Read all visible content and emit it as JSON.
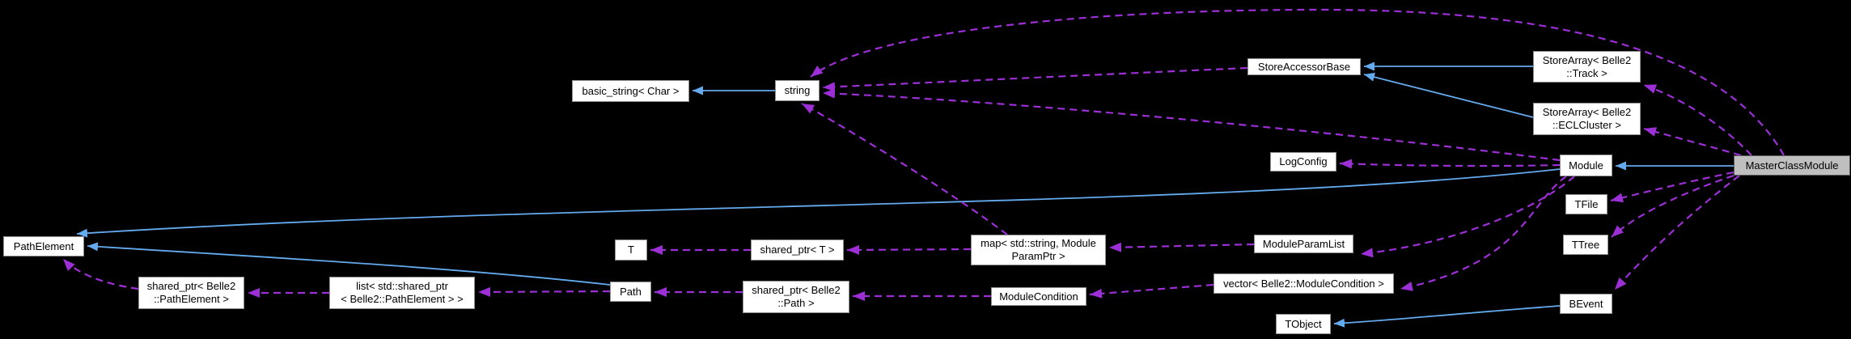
{
  "diagram_type": "class-collaboration-graph",
  "colors": {
    "background": "#000000",
    "node_fill": "#ffffff",
    "node_border": "#8f8f8f",
    "highlight_node_fill": "#bfbfbf",
    "highlight_node_border": "#5a5a5a",
    "inheritance": "#64aaee",
    "usage": "#9c2fd6"
  },
  "nodes": [
    {
      "id": "pathelement",
      "label": "PathElement",
      "variant": "normal"
    },
    {
      "id": "sp_pathelement",
      "label": "shared_ptr< Belle2\n::PathElement >",
      "variant": "normal"
    },
    {
      "id": "list_sp_pathelement",
      "label": "list< std::shared_ptr\n< Belle2::PathElement > >",
      "variant": "normal"
    },
    {
      "id": "basic_string",
      "label": "basic_string< Char >",
      "variant": "normal"
    },
    {
      "id": "string",
      "label": "string",
      "variant": "normal"
    },
    {
      "id": "t",
      "label": "T",
      "variant": "normal"
    },
    {
      "id": "sp_t",
      "label": "shared_ptr< T >",
      "variant": "normal"
    },
    {
      "id": "path",
      "label": "Path",
      "variant": "normal"
    },
    {
      "id": "sp_path",
      "label": "shared_ptr< Belle2\n::Path >",
      "variant": "normal"
    },
    {
      "id": "map_param",
      "label": "map< std::string, Module\nParamPtr >",
      "variant": "normal"
    },
    {
      "id": "modulecondition",
      "label": "ModuleCondition",
      "variant": "normal"
    },
    {
      "id": "moduleparamlist",
      "label": "ModuleParamList",
      "variant": "normal"
    },
    {
      "id": "vector_condition",
      "label": "vector< Belle2::ModuleCondition >",
      "variant": "normal"
    },
    {
      "id": "tobject",
      "label": "TObject",
      "variant": "normal"
    },
    {
      "id": "storeaccessorbase",
      "label": "StoreAccessorBase",
      "variant": "normal"
    },
    {
      "id": "logconfig",
      "label": "LogConfig",
      "variant": "normal"
    },
    {
      "id": "storearray_track",
      "label": "StoreArray< Belle2\n::Track >",
      "variant": "normal"
    },
    {
      "id": "storearray_ecl",
      "label": "StoreArray< Belle2\n::ECLCluster >",
      "variant": "normal"
    },
    {
      "id": "module",
      "label": "Module",
      "variant": "normal"
    },
    {
      "id": "tfile",
      "label": "TFile",
      "variant": "normal"
    },
    {
      "id": "ttree",
      "label": "TTree",
      "variant": "normal"
    },
    {
      "id": "bevent",
      "label": "BEvent",
      "variant": "normal"
    },
    {
      "id": "masterclassmodule",
      "label": "MasterClassModule",
      "variant": "highlight"
    }
  ],
  "edges": [
    {
      "from": "string",
      "to": "basic_string",
      "relation": "inheritance"
    },
    {
      "from": "storearray_track",
      "to": "storeaccessorbase",
      "relation": "inheritance"
    },
    {
      "from": "storearray_ecl",
      "to": "storeaccessorbase",
      "relation": "inheritance"
    },
    {
      "from": "masterclassmodule",
      "to": "module",
      "relation": "inheritance"
    },
    {
      "from": "module",
      "to": "pathelement",
      "relation": "inheritance"
    },
    {
      "from": "path",
      "to": "pathelement",
      "relation": "inheritance"
    },
    {
      "from": "bevent",
      "to": "tobject",
      "relation": "inheritance"
    },
    {
      "from": "sp_pathelement",
      "to": "pathelement",
      "relation": "usage"
    },
    {
      "from": "list_sp_pathelement",
      "to": "sp_pathelement",
      "relation": "usage"
    },
    {
      "from": "path",
      "to": "list_sp_pathelement",
      "relation": "usage"
    },
    {
      "from": "sp_t",
      "to": "t",
      "relation": "usage"
    },
    {
      "from": "map_param",
      "to": "sp_t",
      "relation": "usage"
    },
    {
      "from": "sp_path",
      "to": "path",
      "relation": "usage"
    },
    {
      "from": "modulecondition",
      "to": "sp_path",
      "relation": "usage"
    },
    {
      "from": "moduleparamlist",
      "to": "map_param",
      "relation": "usage"
    },
    {
      "from": "vector_condition",
      "to": "modulecondition",
      "relation": "usage"
    },
    {
      "from": "map_param",
      "to": "string",
      "relation": "usage"
    },
    {
      "from": "storeaccessorbase",
      "to": "string",
      "relation": "usage"
    },
    {
      "from": "module",
      "to": "string",
      "relation": "usage"
    },
    {
      "from": "masterclassmodule",
      "to": "string",
      "relation": "usage"
    },
    {
      "from": "masterclassmodule",
      "to": "storearray_track",
      "relation": "usage"
    },
    {
      "from": "masterclassmodule",
      "to": "storearray_ecl",
      "relation": "usage"
    },
    {
      "from": "masterclassmodule",
      "to": "tfile",
      "relation": "usage"
    },
    {
      "from": "masterclassmodule",
      "to": "ttree",
      "relation": "usage"
    },
    {
      "from": "masterclassmodule",
      "to": "bevent",
      "relation": "usage"
    },
    {
      "from": "module",
      "to": "logconfig",
      "relation": "usage"
    },
    {
      "from": "module",
      "to": "moduleparamlist",
      "relation": "usage"
    },
    {
      "from": "module",
      "to": "vector_condition",
      "relation": "usage"
    }
  ]
}
